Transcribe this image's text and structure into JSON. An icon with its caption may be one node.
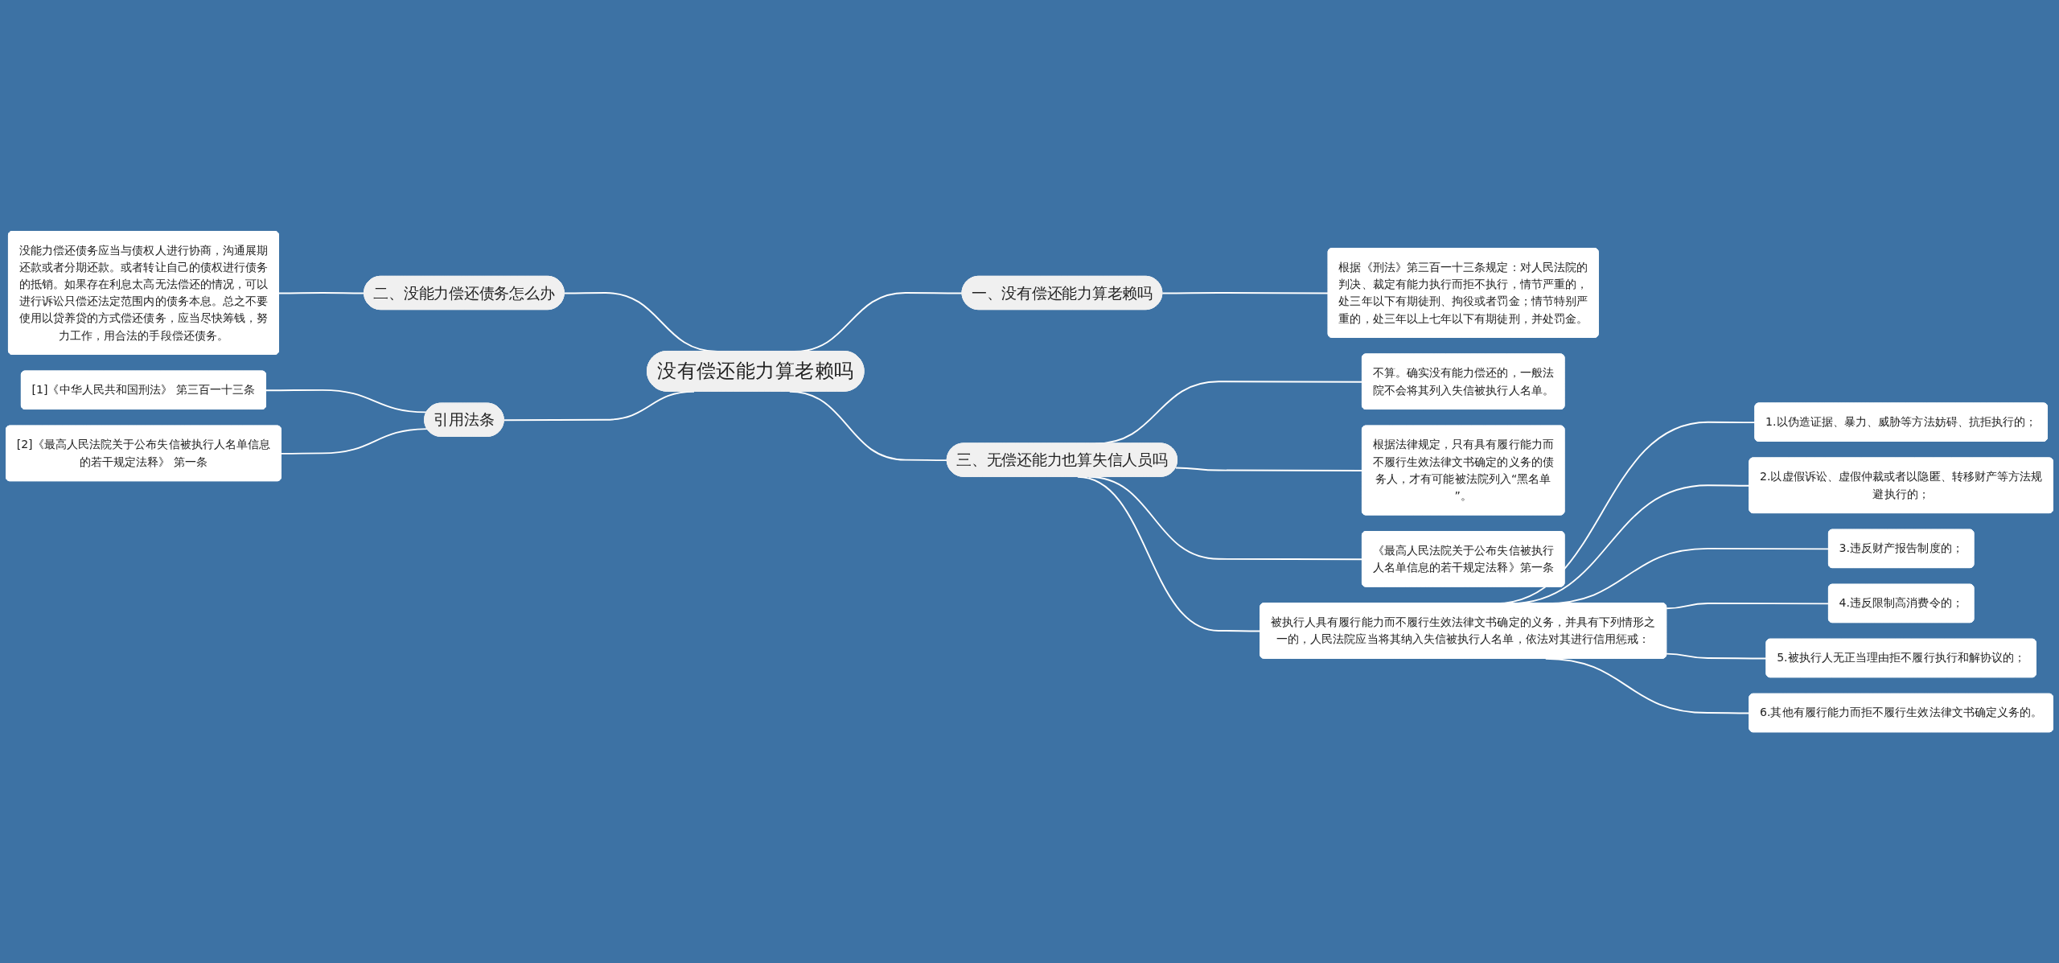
{
  "diagram": {
    "nodes": [
      {
        "text": [
          "没有偿还能力算老赖吗"
        ]
      },
      {
        "text": [
          "一、没有偿还能力算老赖吗"
        ]
      },
      {
        "text": [
          "根据《刑法》第三百一十三条规定：对人民法院的判决、裁定有能力执行而拒不执行，情节严重的，处三年以下有期徒刑、拘役或者罚金；情节特别严重的，处三年以上七年以下有期徒刑，并处罚金。"
        ]
      },
      {
        "text": [
          "二、没能力偿还债务怎么办"
        ]
      },
      {
        "text": [
          "没能力偿还债务应当与债权人进行协商，沟通展期还款或者分期还款。或者转让自己的债权进行债务的抵销。如果存在利息太高无法偿还的情况，可以进行诉讼只偿还法定范围内的债务本息。总之不要使用以贷养贷的方式偿还债务，应当尽快筹钱，努力工作，用合法的手段偿还债务。"
        ]
      },
      {
        "text": [
          "引用法条"
        ]
      },
      {
        "text": [
          "[1]《中华人民共和国刑法》 第三百一十三条"
        ]
      },
      {
        "text": [
          "[2]《最高人民法院关于公布失信被执行人名单信息的若干规定法释》 第一条"
        ]
      },
      {
        "text": [
          "三、无偿还能力也算失信人员吗"
        ]
      },
      {
        "text": [
          "不算。确实没有能力偿还的，一般法院不会将其列入失信被执行人名单。"
        ]
      },
      {
        "text": [
          "根据法律规定，只有具有履行能力而不履行生效法律文书确定的义务的债务人，才有可能被法院列入“黑名单”。"
        ]
      },
      {
        "text": [
          "《最高人民法院关于公布失信被执行人名单信息的若干规定法释》第一条"
        ]
      },
      {
        "text": [
          "被执行人具有履行能力而不履行生效法律文书确定的义务，并具有下列情形之一的，人民法院应当将其纳入失信被执行人名单，依法对其进行信用惩戒："
        ]
      },
      {
        "text": [
          "1.以伪造证据、暴力、威胁等方法妨碍、抗拒执行的；"
        ]
      },
      {
        "text": [
          "2.以虚假诉讼、虚假仲裁或者以隐匿、转移财产等方法规避执行的；"
        ]
      },
      {
        "text": [
          "3.违反财产报告制度的；"
        ]
      },
      {
        "text": [
          "4.违反限制高消费令的；"
        ]
      },
      {
        "text": [
          "5.被执行人无正当理由拒不履行执行和解协议的；"
        ]
      },
      {
        "text": [
          "6.其他有履行能力而拒不履行生效法律文书确定义务的。"
        ]
      }
    ],
    "edges": [
      {
        "from": 0,
        "to": 1,
        "arrow": "none"
      },
      {
        "from": 1,
        "to": 2,
        "arrow": "none"
      },
      {
        "from": 3,
        "to": 0,
        "arrow": "none"
      },
      {
        "from": 4,
        "to": 3,
        "arrow": "none"
      },
      {
        "from": 5,
        "to": 0,
        "arrow": "none"
      },
      {
        "from": 6,
        "to": 5,
        "arrow": "none"
      },
      {
        "from": 7,
        "to": 5,
        "arrow": "none"
      },
      {
        "from": 0,
        "to": 8,
        "arrow": "none"
      },
      {
        "from": 8,
        "to": 9,
        "arrow": "none"
      },
      {
        "from": 8,
        "to": 10,
        "arrow": "none"
      },
      {
        "from": 8,
        "to": 11,
        "arrow": "none"
      },
      {
        "from": 8,
        "to": 12,
        "arrow": "none"
      },
      {
        "from": 12,
        "to": 13,
        "arrow": "none"
      },
      {
        "from": 12,
        "to": 14,
        "arrow": "none"
      },
      {
        "from": 12,
        "to": 15,
        "arrow": "none"
      },
      {
        "from": 12,
        "to": 16,
        "arrow": "none"
      },
      {
        "from": 12,
        "to": 17,
        "arrow": "none"
      },
      {
        "from": 12,
        "to": 18,
        "arrow": "none"
      }
    ]
  }
}
